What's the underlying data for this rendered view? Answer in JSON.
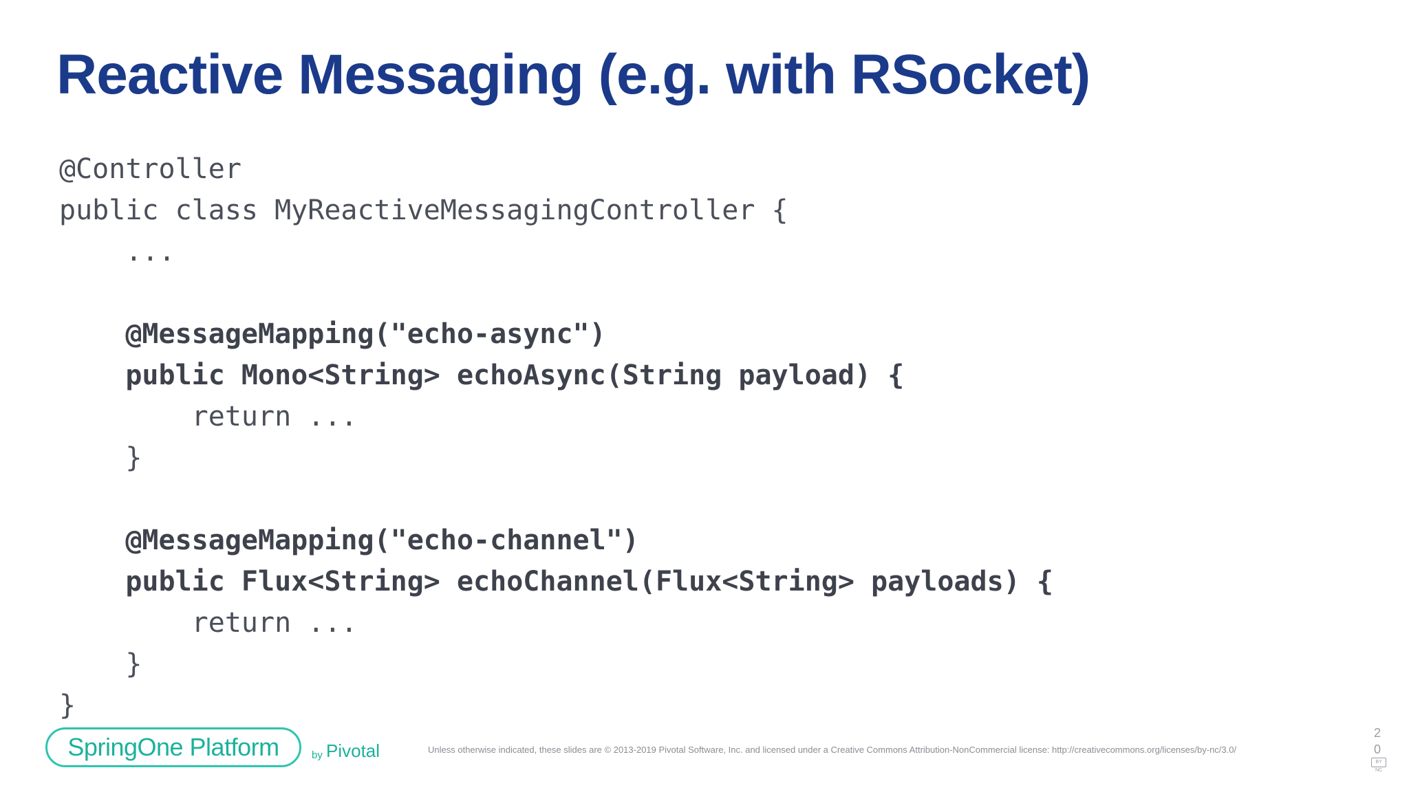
{
  "slide": {
    "title": "Reactive Messaging (e.g. with RSocket)",
    "code": [
      {
        "text": "@Controller",
        "bold": false
      },
      {
        "text": "public class MyReactiveMessagingController {",
        "bold": false
      },
      {
        "text": "    ...",
        "bold": false
      },
      {
        "text": "",
        "bold": false
      },
      {
        "text": "    @MessageMapping(\"echo-async\")",
        "bold": true
      },
      {
        "text": "    public Mono<String> echoAsync(String payload) {",
        "bold": true
      },
      {
        "text": "        return ...",
        "bold": false
      },
      {
        "text": "    }",
        "bold": false
      },
      {
        "text": "",
        "bold": false
      },
      {
        "text": "    @MessageMapping(\"echo-channel\")",
        "bold": true
      },
      {
        "text": "    public Flux<String> echoChannel(Flux<String> payloads) {",
        "bold": true
      },
      {
        "text": "        return ...",
        "bold": false
      },
      {
        "text": "    }",
        "bold": false
      },
      {
        "text": "}",
        "bold": false
      }
    ]
  },
  "footer": {
    "brand": "SpringOne Platform",
    "by": "by",
    "company": "Pivotal",
    "license": "Unless otherwise indicated, these slides are © 2013-2019 Pivotal Software, Inc. and licensed under a Creative Commons Attribution-NonCommercial license: http://creativecommons.org/licenses/by-nc/3.0/",
    "page_number_digits": [
      "2",
      "0"
    ],
    "cc_badge_text": "BY NC",
    "icon": "creative-commons-icon"
  },
  "colors": {
    "title": "#1b3a8a",
    "brand_teal": "#1ab29b",
    "code_text": "#4b4f5a"
  }
}
